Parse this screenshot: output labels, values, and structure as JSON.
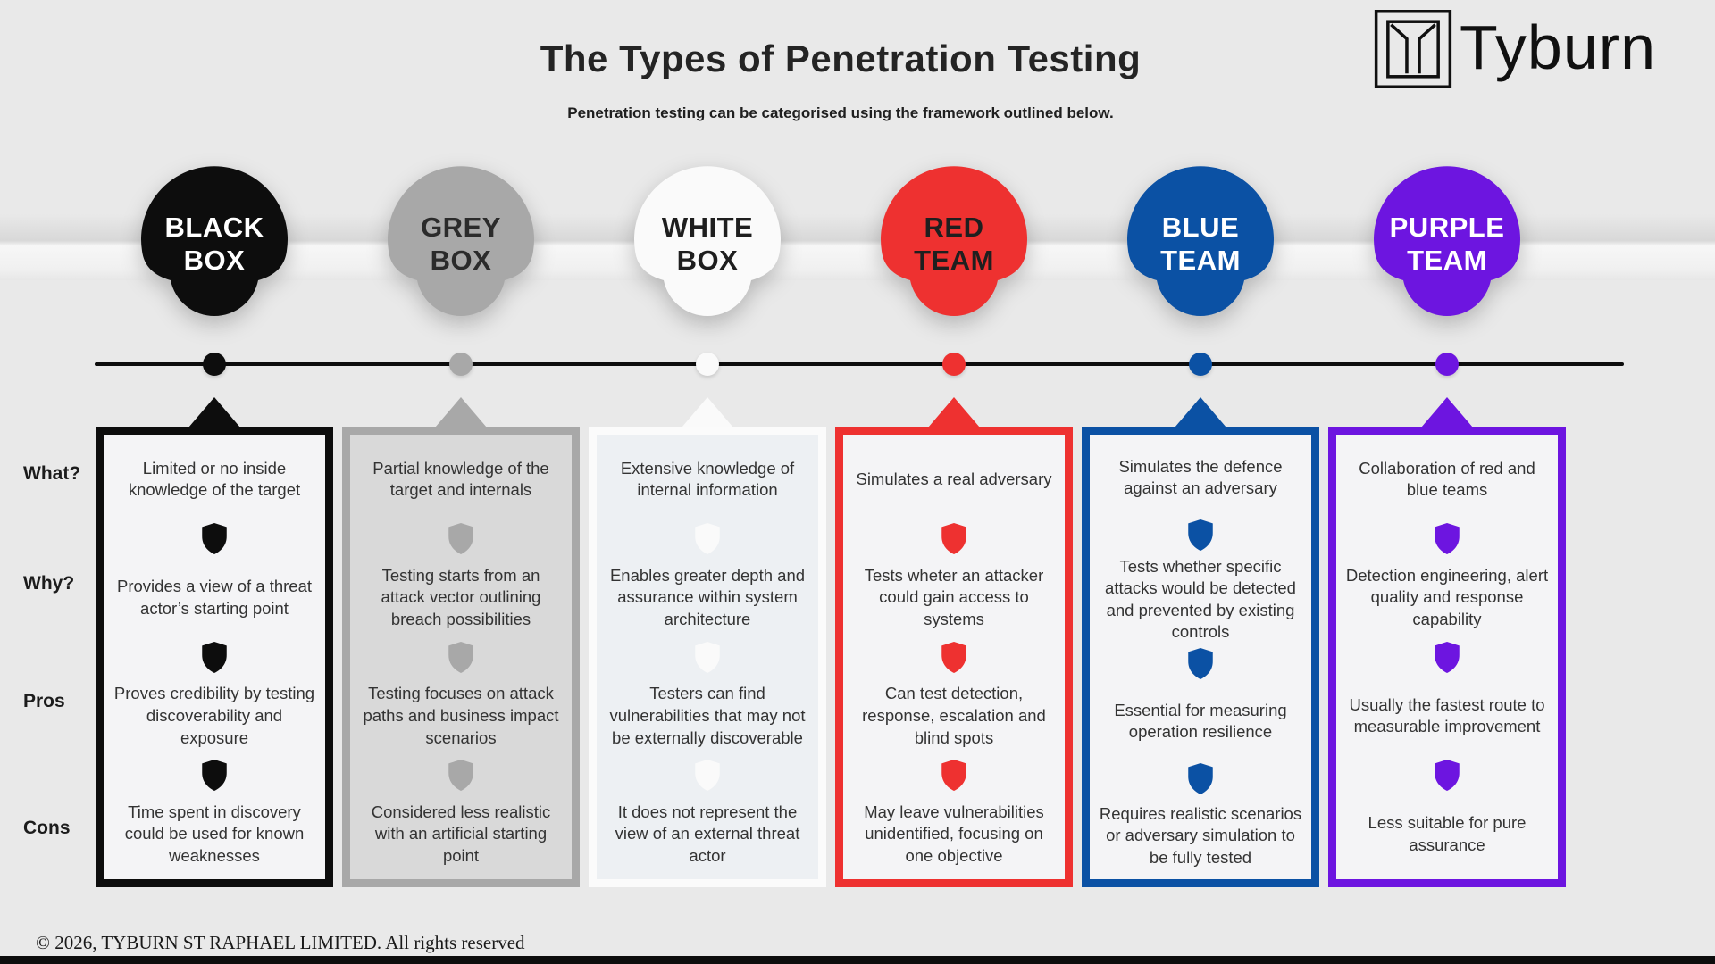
{
  "page": {
    "title": "The Types of Penetration Testing",
    "subtitle": "Penetration testing can be categorised using the framework outlined below.",
    "background": "#e9e9e9"
  },
  "brand": {
    "name": "Tyburn"
  },
  "row_labels": {
    "what": "What?",
    "why": "Why?",
    "pros": "Pros",
    "cons": "Cons"
  },
  "footer": {
    "copyright": "© 2026, TYBURN ST RAPHAEL LIMITED. All rights reserved"
  },
  "icons": {
    "section_divider": "shield-icon",
    "connector": "triangle-up-icon",
    "brand": "tyburn-square-gallows-icon"
  },
  "columns": [
    {
      "id": "black-box",
      "label_line1": "BLACK",
      "label_line2": "BOX",
      "color": "#0d0d0d",
      "badge_text_color": "#ffffff",
      "card_bg": "#f4f4f6",
      "card_border": "#0d0d0d",
      "what": "Limited or no inside knowledge of the target",
      "why": "Provides a view of a threat actor’s starting point",
      "pros": "Proves credibility by testing discoverability and exposure",
      "cons": "Time spent in discovery could be used for known weaknesses"
    },
    {
      "id": "grey-box",
      "label_line1": "GREY",
      "label_line2": "BOX",
      "color": "#a8a8a8",
      "badge_text_color": "#2b2b2b",
      "card_bg": "#d9d9d9",
      "card_border": "#a8a8a8",
      "what": "Partial knowledge of the target and internals",
      "why": "Testing starts from an attack vector outlining breach possibilities",
      "pros": "Testing focuses on attack paths and business impact scenarios",
      "cons": "Considered less realistic with an artificial starting point"
    },
    {
      "id": "white-box",
      "label_line1": "WHITE",
      "label_line2": "BOX",
      "color": "#fafafa",
      "badge_text_color": "#1e1e1e",
      "card_bg": "#edf0f3",
      "card_border": "#fbfbfb",
      "what": "Extensive knowledge of internal information",
      "why": "Enables greater depth and assurance within system architecture",
      "pros": "Testers can find vulnerabilities that may not be externally discoverable",
      "cons": "It does not represent the view of an external threat actor"
    },
    {
      "id": "red-team",
      "label_line1": "RED",
      "label_line2": "TEAM",
      "color": "#ee3130",
      "badge_text_color": "#1f1f1f",
      "card_bg": "#f4f4f6",
      "card_border": "#ee3130",
      "what": "Simulates a real adversary",
      "why": "Tests wheter an attacker could gain access to systems",
      "pros": "Can test detection, response, escalation and blind spots",
      "cons": "May leave vulnerabilities unidentified, focusing on one objective"
    },
    {
      "id": "blue-team",
      "label_line1": "BLUE",
      "label_line2": "TEAM",
      "color": "#0b51a4",
      "badge_text_color": "#ffffff",
      "card_bg": "#f4f4f6",
      "card_border": "#0b51a4",
      "what": "Simulates the defence against an adversary",
      "why": "Tests whether specific attacks would be detected and prevented by existing controls",
      "pros": "Essential for measuring operation resilience",
      "cons": "Requires realistic scenarios or adversary simulation to be fully tested"
    },
    {
      "id": "purple-team",
      "label_line1": "PURPLE",
      "label_line2": "TEAM",
      "color": "#6d15e0",
      "badge_text_color": "#ffffff",
      "card_bg": "#f4f4f6",
      "card_border": "#6d15e0",
      "what": "Collaboration of red and blue teams",
      "why": "Detection engineering, alert quality and response capability",
      "pros": "Usually the fastest route to measurable improvement",
      "cons": "Less suitable for pure assurance"
    }
  ]
}
